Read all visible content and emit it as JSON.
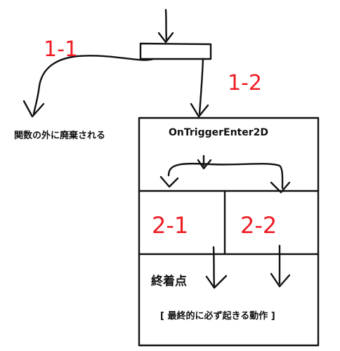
{
  "labels": {
    "step_1_1": "1-1",
    "step_1_2": "1-2",
    "step_2_1": "2-1",
    "step_2_2": "2-2",
    "discard": "関数の外に廃棄される",
    "trigger_function": "OnTriggerEnter2D",
    "end_point": "終着点",
    "final_action": "[ 最終的に必ず起きる動作 ]"
  },
  "colors": {
    "ink": "#111111",
    "annotation_red": "#ee1c24",
    "background": "#ffffff"
  }
}
